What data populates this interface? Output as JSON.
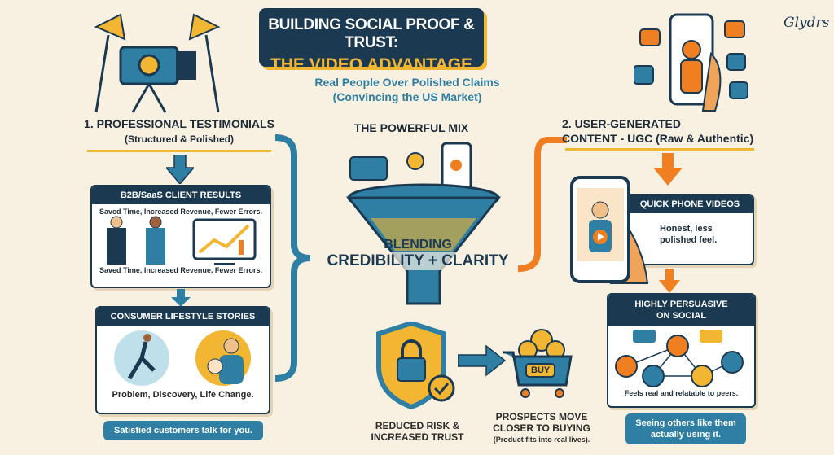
{
  "title": {
    "line1": "BUILDING SOCIAL PROOF & TRUST:",
    "line2": "THE VIDEO ADVANTAGE"
  },
  "subtitle": {
    "line1": "Real People Over Polished Claims",
    "line2": "(Convincing the US Market)"
  },
  "logo": "Glydrs",
  "colors": {
    "navy": "#1b3a52",
    "teal": "#2e7fa3",
    "orange": "#f07f22",
    "yellow": "#f2b632",
    "background": "#f8f1e2"
  },
  "left": {
    "heading": "1. PROFESSIONAL TESTIMONIALS",
    "subheading": "(Structured & Polished)",
    "b2b": {
      "title": "B2B/SaaS CLIENT RESULTS",
      "top_text": "Saved Time, Increased Revenue, Fewer Errors.",
      "bottom_text": "Saved Time, Increased Revenue, Fewer Errors."
    },
    "consumer": {
      "title": "CONSUMER LIFESTYLE STORIES",
      "text": "Problem, Discovery, Life Change."
    },
    "pill": "Satisfied customers talk for you."
  },
  "center": {
    "heading": "THE POWERFUL MIX",
    "blend_line1": "BLENDING",
    "blend_line2": "CREDIBILITY + CLARITY",
    "trust": {
      "line1": "REDUCED RISK &",
      "line2": "INCREASED TRUST"
    },
    "buying": {
      "line1": "PROSPECTS MOVE",
      "line2": "CLOSER TO BUYING",
      "line3": "(Product fits into real lives).",
      "cart_label": "BUY"
    }
  },
  "right": {
    "heading_line1": "2. USER-GENERATED",
    "heading_line2": "CONTENT - UGC (Raw & Authentic)",
    "quick": {
      "title": "QUICK PHONE VIDEOS",
      "text_line1": "Honest, less",
      "text_line2": "polished feel."
    },
    "social": {
      "title_line1": "HIGHLY PERSUASIVE",
      "title_line2": "ON SOCIAL",
      "text": "Feels real and relatable to peers."
    },
    "pill_line1": "Seeing others like them",
    "pill_line2": "actually using it."
  }
}
